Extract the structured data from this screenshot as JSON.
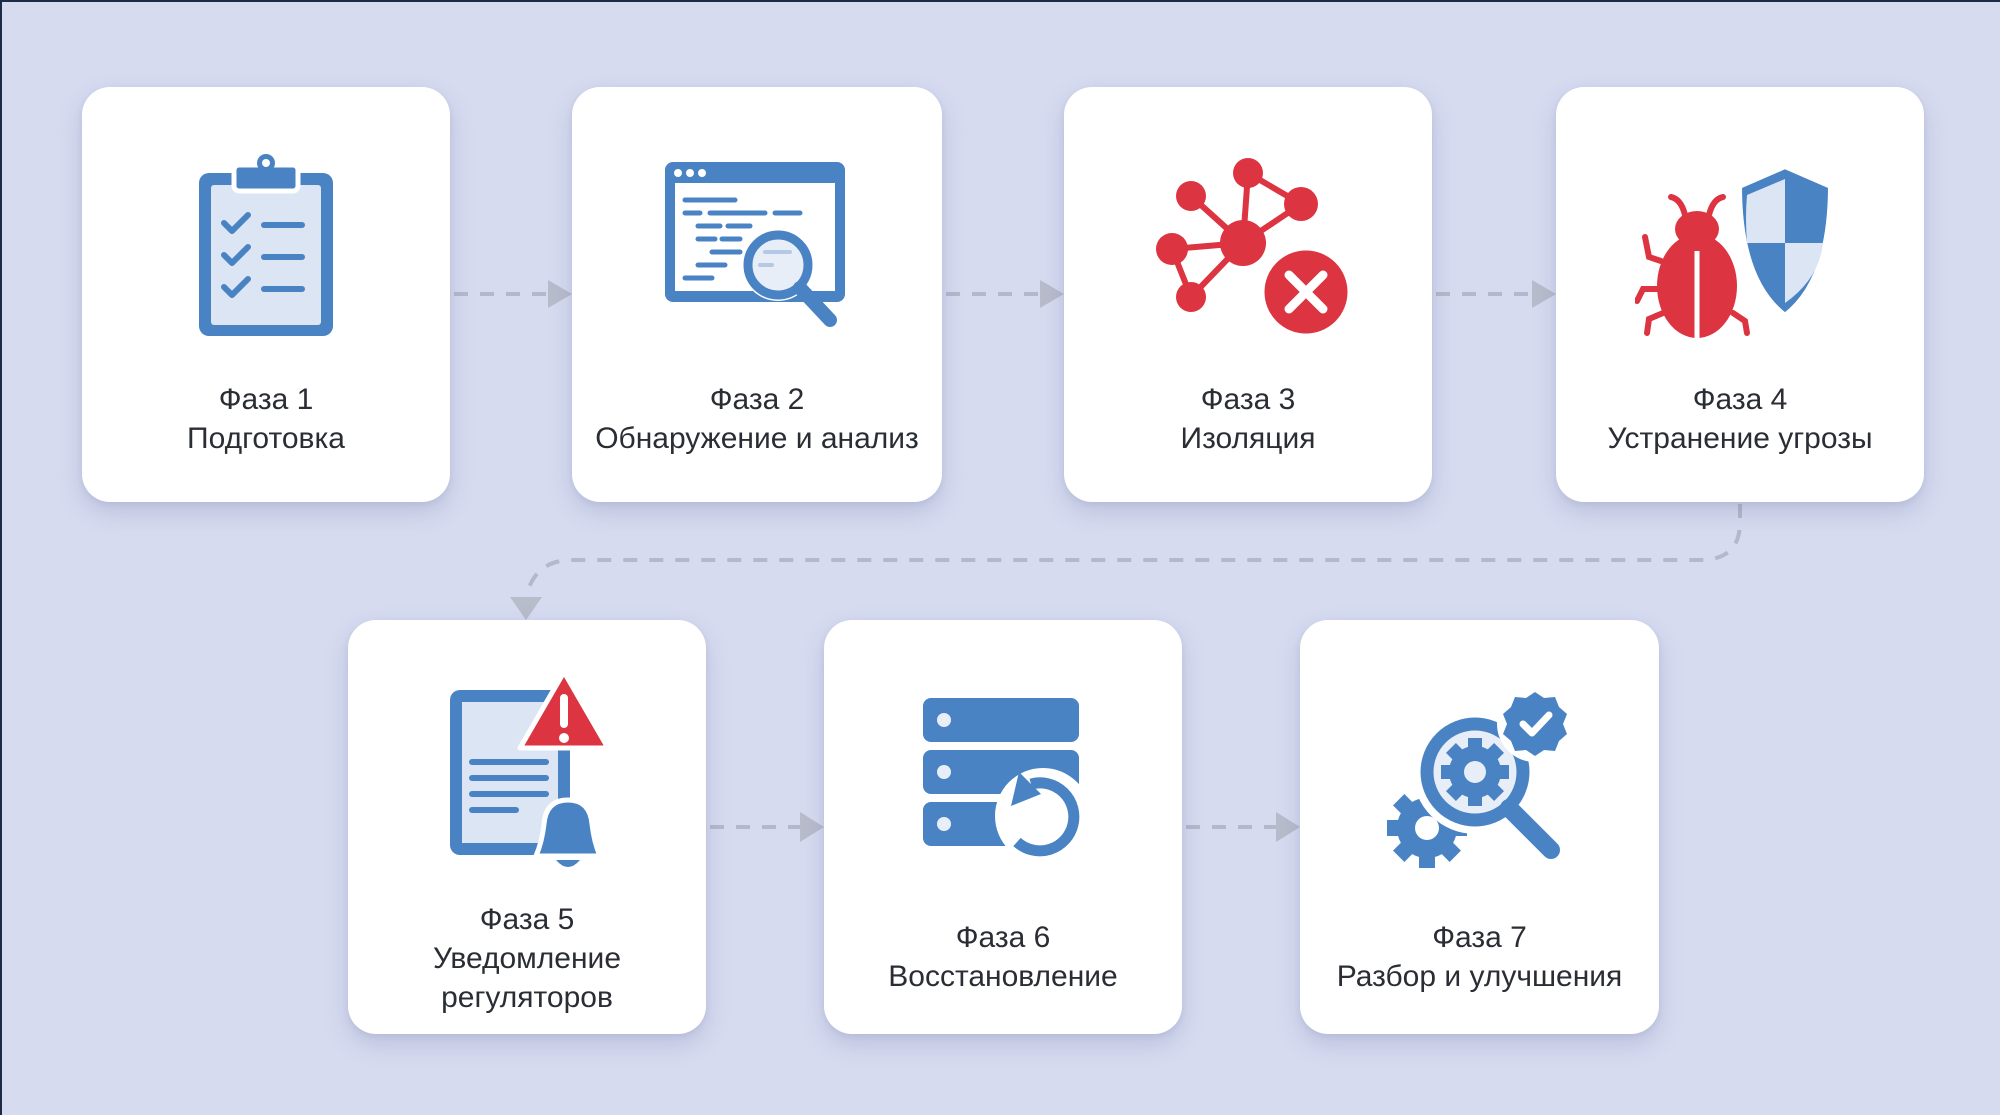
{
  "diagram": {
    "type": "process-flow",
    "colors": {
      "background": "#d6dbf0",
      "card": "#ffffff",
      "primary_blue": "#4a83c4",
      "light_blue": "#dbe5f3",
      "alert_red": "#dc3440",
      "connector": "#b4b9c9",
      "text": "#2a2d33"
    },
    "phases": [
      {
        "number_label": "Фаза 1",
        "title_lines": [
          "Подготовка"
        ],
        "icon": "clipboard-checklist-icon"
      },
      {
        "number_label": "Фаза 2",
        "title_lines": [
          "Обнаружение и анализ"
        ],
        "icon": "browser-code-magnifier-icon"
      },
      {
        "number_label": "Фаза 3",
        "title_lines": [
          "Изоляция"
        ],
        "icon": "network-disconnect-icon"
      },
      {
        "number_label": "Фаза 4",
        "title_lines": [
          "Устранение угрозы"
        ],
        "icon": "bug-shield-icon"
      },
      {
        "number_label": "Фаза 5",
        "title_lines": [
          "Уведомление",
          "регуляторов"
        ],
        "icon": "document-alert-bell-icon"
      },
      {
        "number_label": "Фаза 6",
        "title_lines": [
          "Восстановление"
        ],
        "icon": "server-restore-icon"
      },
      {
        "number_label": "Фаза 7",
        "title_lines": [
          "Разбор и улучшения"
        ],
        "icon": "gear-magnifier-badge-icon"
      }
    ],
    "connections": [
      {
        "from": 1,
        "to": 2,
        "style": "dashed-arrow"
      },
      {
        "from": 2,
        "to": 3,
        "style": "dashed-arrow"
      },
      {
        "from": 3,
        "to": 4,
        "style": "dashed-arrow"
      },
      {
        "from": 4,
        "to": 5,
        "style": "dashed-curved-arrow"
      },
      {
        "from": 5,
        "to": 6,
        "style": "dashed-arrow"
      },
      {
        "from": 6,
        "to": 7,
        "style": "dashed-arrow"
      }
    ]
  }
}
